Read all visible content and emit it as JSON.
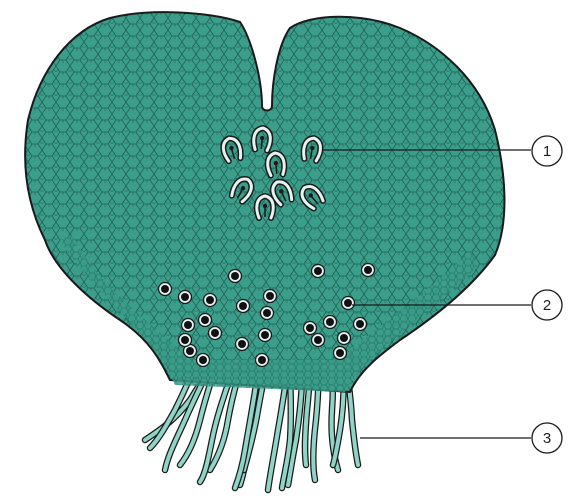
{
  "diagram": {
    "colors": {
      "tissue_fill": "#3a9e8b",
      "cell_wall": "#1c4f46",
      "outline": "#1a1a1a",
      "archegonium_fill": "#e4f3ef",
      "rhizoid_fill": "#8fd4c6",
      "background": "#ffffff"
    },
    "callouts": [
      {
        "label": "1",
        "points_to": "archegonia"
      },
      {
        "label": "2",
        "points_to": "antheridia"
      },
      {
        "label": "3",
        "points_to": "rhizoids"
      }
    ]
  }
}
